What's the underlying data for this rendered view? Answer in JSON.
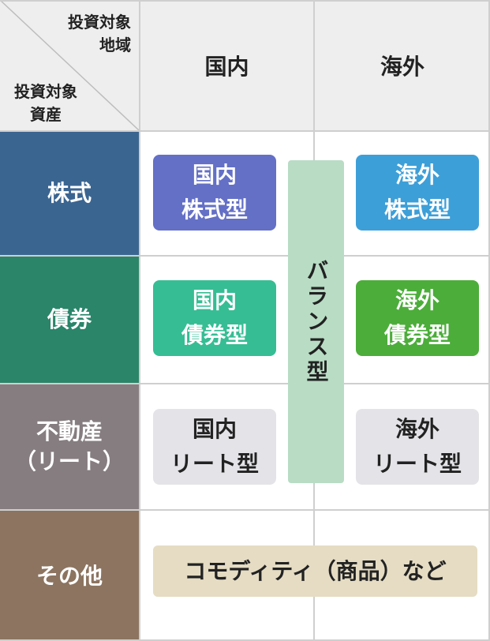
{
  "corner": {
    "region_label": "投資対象\n地域",
    "asset_label": "投資対象\n資産"
  },
  "columns": {
    "domestic": "国内",
    "overseas": "海外"
  },
  "rows": {
    "stock": "株式",
    "bond": "債券",
    "reit": "不動産\n（リート）",
    "other": "その他"
  },
  "boxes": {
    "domestic_stock": "国内\n株式型",
    "overseas_stock": "海外\n株式型",
    "domestic_bond": "国内\n債券型",
    "overseas_bond": "海外\n債券型",
    "domestic_reit": "国内\nリート型",
    "overseas_reit": "海外\nリート型",
    "balance": "バランス型",
    "commodity": "コモディティ（商品）など"
  },
  "colors": {
    "stock_row": "#3b6591",
    "bond_row": "#2a8569",
    "reit_row": "#867d80",
    "other_row": "#8c7460",
    "domestic_stock_box": "#6470c6",
    "overseas_stock_box": "#3d9fd8",
    "domestic_bond_box": "#36bd93",
    "overseas_bond_box": "#4cad3a",
    "reit_box": "#e4e4e8",
    "balance_box": "#b8dcc4",
    "commodity_box": "#e5dcc3"
  }
}
